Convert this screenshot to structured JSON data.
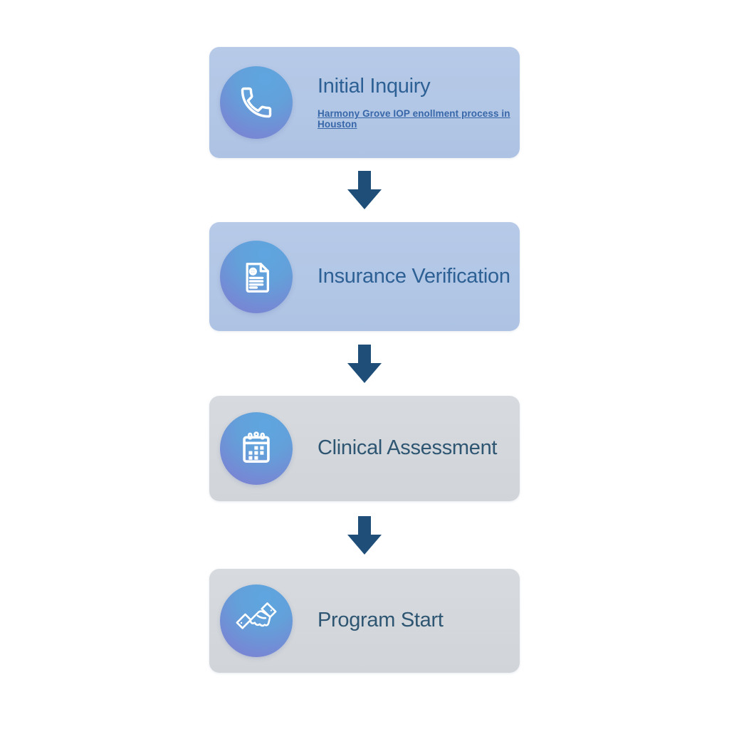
{
  "flow": {
    "steps": [
      {
        "title": "Initial Inquiry",
        "subtitle": "Harmony Grove IOP enollment process in Houston",
        "icon": "phone-icon",
        "variant": "blue"
      },
      {
        "title": "Insurance Verification",
        "icon": "document-icon",
        "variant": "blue"
      },
      {
        "title": "Clinical Assessment",
        "icon": "calendar-icon",
        "variant": "gray"
      },
      {
        "title": "Program Start",
        "icon": "handshake-icon",
        "variant": "gray"
      }
    ],
    "connector": "down-arrow"
  },
  "colors": {
    "page_background": "#ffffff",
    "card_blue": "#b4c7e6",
    "card_gray": "#d5d8db",
    "title_blue": "#2d6094",
    "title_slate": "#2e5672",
    "subtitle_link": "#3767a9",
    "arrow": "#1f4e78",
    "badge_gradient_top": "#5fa6e0",
    "badge_gradient_bottom": "#7b82d2",
    "icon_stroke": "#ffffff"
  }
}
